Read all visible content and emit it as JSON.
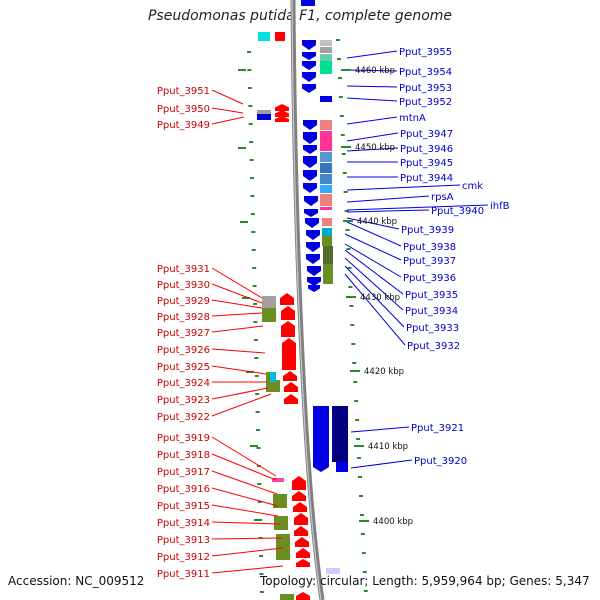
{
  "title": "Pseudomonas putida F1, complete genome",
  "footer": {
    "accession": "Accession: NC_009512",
    "topology": "Topology: circular; Length: 5,959,964 bp; Genes: 5,347"
  },
  "colors": {
    "forward_strand": "#ff0000",
    "reverse_strand": "#0000e0",
    "forward_label": "#cc0000",
    "reverse_label": "#0000cc",
    "tick": "#2a8a2a",
    "backbone": "#808080"
  },
  "scale_labels": [
    "4460 kbp",
    "4450 kbp",
    "4440 kbp",
    "4430 kbp",
    "4420 kbp",
    "4410 kbp",
    "4400 kbp"
  ],
  "left_labels": [
    "Pput_3951",
    "Pput_3950",
    "Pput_3949",
    "Pput_3931",
    "Pput_3930",
    "Pput_3929",
    "Pput_3928",
    "Pput_3927",
    "Pput_3926",
    "Pput_3925",
    "Pput_3924",
    "Pput_3923",
    "Pput_3922",
    "Pput_3919",
    "Pput_3918",
    "Pput_3917",
    "Pput_3916",
    "Pput_3915",
    "Pput_3914",
    "Pput_3913",
    "Pput_3912",
    "Pput_3911"
  ],
  "right_labels": [
    "Pput_3955",
    "Pput_3954",
    "Pput_3953",
    "Pput_3952",
    "mtnA",
    "Pput_3947",
    "Pput_3946",
    "Pput_3945",
    "Pput_3944",
    "cmk",
    "rpsA",
    "Pput_3940",
    "ihfB",
    "Pput_3939",
    "Pput_3938",
    "Pput_3937",
    "Pput_3936",
    "Pput_3935",
    "Pput_3934",
    "Pput_3933",
    "Pput_3932",
    "Pput_3921",
    "Pput_3920"
  ]
}
